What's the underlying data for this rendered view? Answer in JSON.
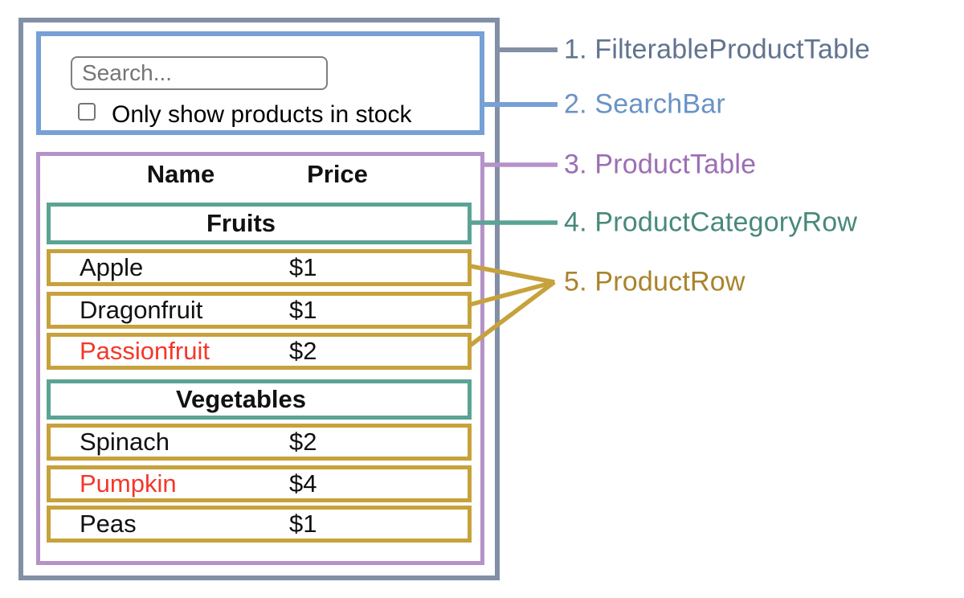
{
  "colors": {
    "outline-gray": "#8290a6",
    "outline-blue": "#76a0d6",
    "outline-purple": "#b592c8",
    "outline-teal": "#5ba394",
    "outline-gold": "#c7a23c",
    "label-gray": "#60738f",
    "label-blue": "#6992c6",
    "label-purple": "#9c6eb4",
    "label-teal": "#47897b",
    "label-gold": "#a9842d",
    "red-text": "#f4372a"
  },
  "search_bar": {
    "placeholder": "Search...",
    "checkbox_label": "Only show products in stock",
    "checkbox_checked": false
  },
  "product_table": {
    "header": {
      "name": "Name",
      "price": "Price"
    },
    "sections": [
      {
        "category": "Fruits",
        "rows": [
          {
            "name": "Apple",
            "price": "$1",
            "red": false
          },
          {
            "name": "Dragonfruit",
            "price": "$1",
            "red": false
          },
          {
            "name": "Passionfruit",
            "price": "$2",
            "red": true
          }
        ]
      },
      {
        "category": "Vegetables",
        "rows": [
          {
            "name": "Spinach",
            "price": "$2",
            "red": false
          },
          {
            "name": "Pumpkin",
            "price": "$4",
            "red": true
          },
          {
            "name": "Peas",
            "price": "$1",
            "red": false
          }
        ]
      }
    ]
  },
  "annotations": {
    "labels": [
      {
        "text": "1. FilterableProductTable"
      },
      {
        "text": "2. SearchBar"
      },
      {
        "text": "3. ProductTable"
      },
      {
        "text": "4. ProductCategoryRow"
      },
      {
        "text": "5. ProductRow"
      }
    ]
  }
}
